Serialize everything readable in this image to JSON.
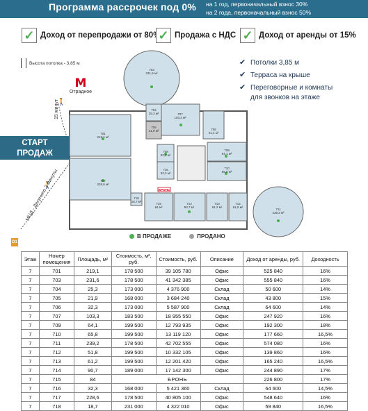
{
  "header": {
    "title": "Программа рассрочек под 0%",
    "terms": [
      "на 1 год, первоначальный взнос 30%",
      "на 2 года, первоначальный взнос 50%"
    ]
  },
  "features": [
    "Доход от перепродажи от 80%",
    "Продажа с НДС",
    "Доход от аренды от 15%"
  ],
  "plan": {
    "ceiling_label": "Высота потолка - 3,85 м",
    "metro_station": "Отрадное",
    "walk_time": "15 минут",
    "start_banner": [
      "СТАРТ",
      "ПРОДАЖ"
    ],
    "road_label": "МЦД - Дегунино 2 минуты",
    "badge": "D1",
    "bullets": [
      "Потолки 3,85 м",
      "Терраса на крыше",
      "Переговорные и комнаты",
      "для звонков на этаже"
    ],
    "rooms": [
      {
        "num": "703",
        "area": "231,6 м²"
      },
      {
        "num": "704",
        "area": "25,3 м²"
      },
      {
        "num": "707",
        "area": "103,3 м²"
      },
      {
        "num": "705",
        "area": "21,9 м²"
      },
      {
        "num": "706",
        "area": "41,1 м²"
      },
      {
        "num": "701",
        "area": "219,1 м²"
      },
      {
        "num": "708",
        "area": "32,3 м²"
      },
      {
        "num": "709",
        "area": "64,1 м²"
      },
      {
        "num": "710",
        "area": "65,8 м²"
      },
      {
        "num": "716",
        "area": "32,3 м²"
      },
      {
        "num": "717",
        "area": "228,6 м²"
      },
      {
        "num": "718",
        "area": "18,7 м²"
      },
      {
        "num": "715",
        "area": "84 м²"
      },
      {
        "num": "714",
        "area": "90,7 м²"
      },
      {
        "num": "713",
        "area": "61,2 м²"
      },
      {
        "num": "712",
        "area": "51,8 м²"
      },
      {
        "num": "711",
        "area": "239,2 м²"
      }
    ],
    "booked_label": "БРОНЬ",
    "legend": {
      "on_sale": "В ПРОДАЖЕ",
      "sold": "ПРОДАНО"
    }
  },
  "colors": {
    "accent": "#2a6d8c",
    "on_sale": "#4caf50",
    "sold": "#9e9e9e",
    "metro": "#d0021b",
    "room_fill": "#cfe0ea",
    "sold_fill": "#c7c7c7"
  },
  "table": {
    "headers": [
      "Этаж",
      "Номер помещения",
      "Площадь, м²",
      "Стоимость, м², руб.",
      "Стоимость, руб.",
      "Описание",
      "Доход от аренды, руб.",
      "Доходность"
    ],
    "rows": [
      [
        "7",
        "701",
        "219,1",
        "178 500",
        "39 105 780",
        "Офис",
        "525 840",
        "16%"
      ],
      [
        "7",
        "703",
        "231,6",
        "178 500",
        "41 342 385",
        "Офис",
        "555 840",
        "16%"
      ],
      [
        "7",
        "704",
        "25,3",
        "173 000",
        "4 376 900",
        "Склад",
        "50 600",
        "14%"
      ],
      [
        "7",
        "705",
        "21,9",
        "168 000",
        "3 684 240",
        "Склад",
        "43 800",
        "15%"
      ],
      [
        "7",
        "706",
        "32,3",
        "173 000",
        "5 587 900",
        "Склад",
        "64 600",
        "14%"
      ],
      [
        "7",
        "707",
        "103,3",
        "183 500",
        "18 955 550",
        "Офис",
        "247 920",
        "16%"
      ],
      [
        "7",
        "709",
        "64,1",
        "199 500",
        "12 793 935",
        "Офис",
        "192 300",
        "18%"
      ],
      [
        "7",
        "710",
        "65,8",
        "199 500",
        "13 119 120",
        "Офис",
        "177 660",
        "16,5%"
      ],
      [
        "7",
        "711",
        "239,2",
        "178 500",
        "42 702 555",
        "Офис",
        "574 080",
        "16%"
      ],
      [
        "7",
        "712",
        "51,8",
        "199 500",
        "10 332 105",
        "Офис",
        "139 860",
        "16%"
      ],
      [
        "7",
        "713",
        "61,2",
        "199 500",
        "12 201 420",
        "Офис",
        "165 240",
        "16,5%"
      ],
      [
        "7",
        "714",
        "90,7",
        "189 000",
        "17 142 300",
        "Офис",
        "244 890",
        "17%"
      ],
      [
        "7",
        "715",
        "84",
        "БРОНЬ",
        "",
        "",
        "226 800",
        "17%"
      ],
      [
        "7",
        "716",
        "32,3",
        "168 000",
        "5 421 360",
        "Склад",
        "64 600",
        "14,5%"
      ],
      [
        "7",
        "717",
        "228,6",
        "178 500",
        "40 805 100",
        "Офис",
        "548 640",
        "16%"
      ],
      [
        "7",
        "718",
        "18,7",
        "231 000",
        "4 322 010",
        "Офис",
        "59 840",
        "16,5%"
      ]
    ]
  }
}
